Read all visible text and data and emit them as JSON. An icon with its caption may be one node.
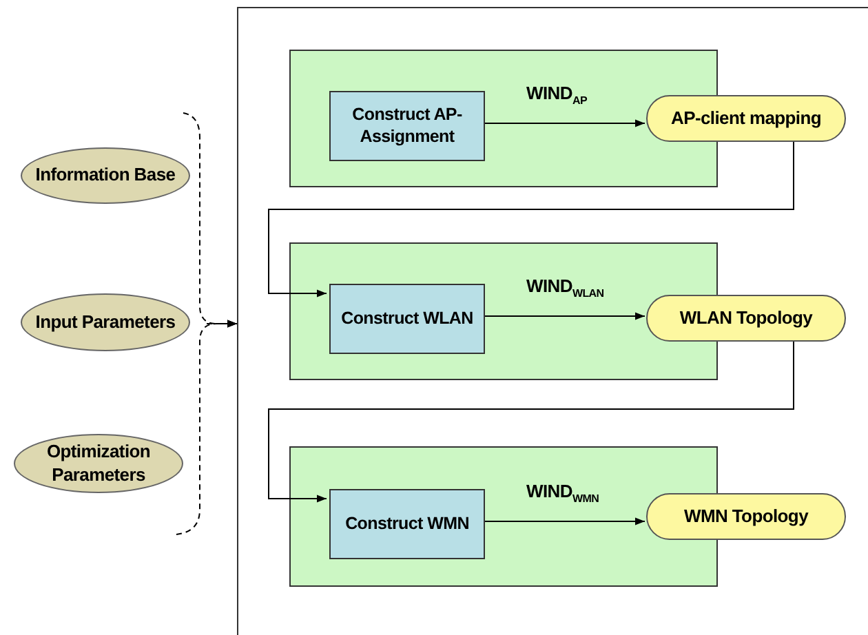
{
  "diagram": {
    "nodes": [
      {
        "text": [
          "Information Base"
        ]
      },
      {
        "text": [
          "Input Parameters"
        ]
      },
      {
        "text": [
          "Optimization Parameters"
        ]
      },
      {
        "text": [],
        "shape": "box"
      },
      {
        "text": [],
        "shape": "box",
        "in": 3
      },
      {
        "text": [
          "Construct AP-Assignment"
        ],
        "in": 4
      },
      {
        "text": [
          "AP-client mapping"
        ],
        "in": 3
      },
      {
        "text": [],
        "shape": "box",
        "in": 3
      },
      {
        "text": [
          "Construct WLAN"
        ],
        "in": 7
      },
      {
        "text": [
          "WLAN Topology"
        ],
        "in": 3
      },
      {
        "text": [],
        "shape": "box",
        "in": 3
      },
      {
        "text": [
          "Construct WMN"
        ],
        "in": 10
      },
      {
        "text": [
          "WMN Topology"
        ],
        "in": 3
      }
    ],
    "edges": [
      {
        "from": 0,
        "to": 3,
        "arrow": "to",
        "style": "dashed"
      },
      {
        "from": 1,
        "to": 3,
        "arrow": "to",
        "style": "dashed"
      },
      {
        "from": 2,
        "to": 3,
        "arrow": "to",
        "style": "dashed"
      },
      {
        "from": 5,
        "to": 6,
        "arrow": "to",
        "label": "WIND$_{AP}$"
      },
      {
        "from": 6,
        "to": 8,
        "arrow": "to"
      },
      {
        "from": 8,
        "to": 9,
        "arrow": "to",
        "label": "WIND$_{WLAN}$"
      },
      {
        "from": 9,
        "to": 11,
        "arrow": "to"
      },
      {
        "from": 11,
        "to": 12,
        "arrow": "to",
        "label": "WIND$_{WMN}$"
      }
    ]
  }
}
